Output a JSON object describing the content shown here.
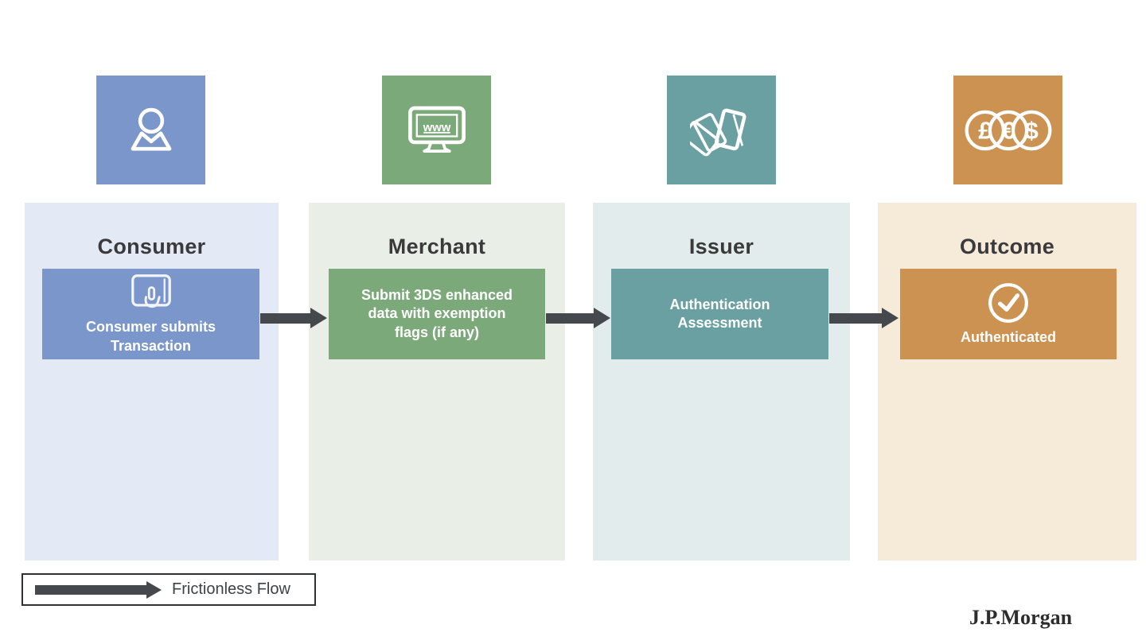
{
  "columns": [
    {
      "id": "consumer",
      "header": "Consumer",
      "tile_icon": "person-icon",
      "box_icon": "tablet-touch-icon",
      "box_label": "Consumer submits Transaction",
      "panel_color": "#e4e9f6",
      "accent_color": "#7b96cb"
    },
    {
      "id": "merchant",
      "header": "Merchant",
      "tile_icon": "monitor-www-icon",
      "box_icon": null,
      "box_label": "Submit 3DS enhanced data with exemption flags (if any)",
      "panel_color": "#e9eee6",
      "accent_color": "#7ca97a"
    },
    {
      "id": "issuer",
      "header": "Issuer",
      "tile_icon": "bank-cards-icon",
      "box_icon": null,
      "box_label": "Authentication Assessment",
      "panel_color": "#e3ecec",
      "accent_color": "#6ba0a2"
    },
    {
      "id": "outcome",
      "header": "Outcome",
      "tile_icon": "currency-coins-icon",
      "box_icon": "check-circle-icon",
      "box_label": "Authenticated",
      "panel_color": "#f6ead9",
      "accent_color": "#cc9251"
    }
  ],
  "legend": {
    "label": "Frictionless Flow"
  },
  "brand": "J.P.Morgan",
  "colors": {
    "arrow": "#45494d",
    "header_text": "#3a3a3c",
    "box_text": "#ffffff",
    "legend_border": "#2e3136",
    "background": "#ffffff"
  }
}
